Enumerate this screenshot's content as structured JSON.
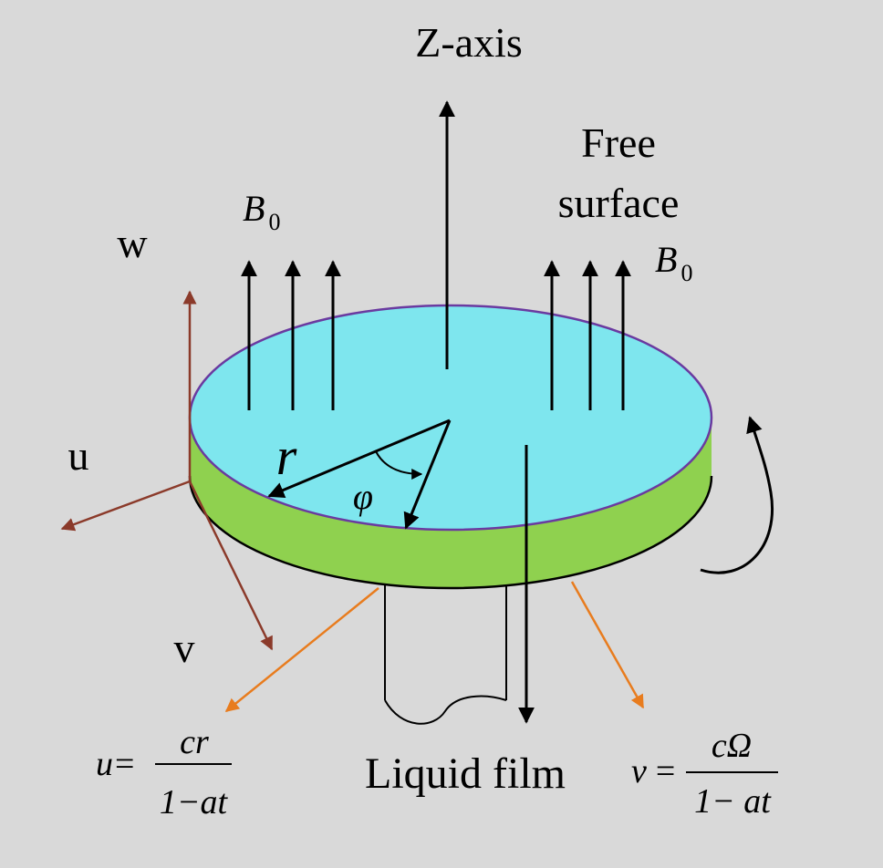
{
  "labels": {
    "z_axis": "Z-axis",
    "free_surface_line1": "Free",
    "free_surface_line2": "surface",
    "b_left_main": "B",
    "b_left_sub": "0",
    "b_right_main": "B",
    "b_right_sub": "0",
    "w": "w",
    "u": "u",
    "v": "v",
    "r": "r",
    "phi": "φ",
    "liquid_film": "Liquid film"
  },
  "equations": {
    "u_left": "u",
    "u_eq": "=",
    "u_num": "cr",
    "u_den": "1−at",
    "v_left": "v",
    "v_eq": "=",
    "v_num": "cΩ",
    "v_den": "1− at"
  },
  "colors": {
    "background": "#d9d9d9",
    "disk_top": "#7ee6ee",
    "disk_rim_outline": "#6a3aa0",
    "film_side": "#8fd14f",
    "axis_vectors": "#8b3a2a",
    "velocity_arrows": "#e87c1e",
    "ink": "#000000"
  }
}
